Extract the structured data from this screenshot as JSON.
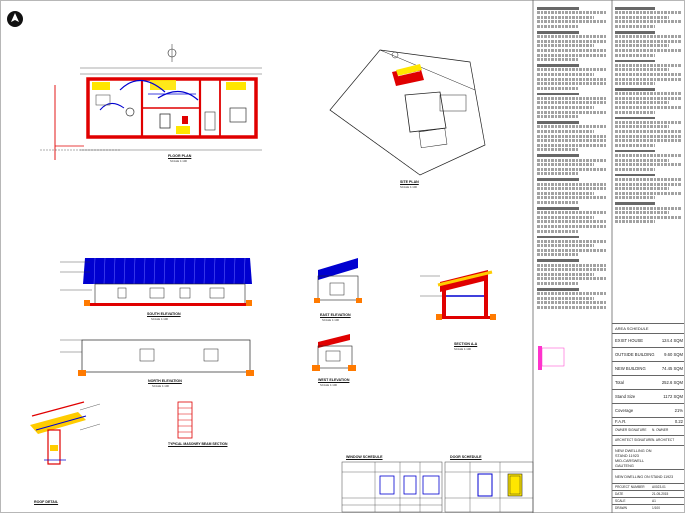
{
  "plans": {
    "floor_plan_title": "FLOOR PLAN",
    "site_plan_title": "SITE PLAN",
    "scale_note": "SCALE 1:100"
  },
  "elevations": {
    "south": "SOUTH ELEVATION",
    "north": "NORTH ELEVATION",
    "east": "EAST ELEVATION",
    "west": "WEST ELEVATION",
    "section": "SECTION A-A",
    "roof_detail": "ROOF DETAIL",
    "masonry": "TYPICAL MASONRY BEAM SECTION"
  },
  "schedules": {
    "window": "WINDOW SCHEDULE",
    "door": "DOOR SCHEDULE"
  },
  "area_schedule": {
    "title": "AREA SCHEDULE",
    "rows": [
      {
        "label": "EXIST HOUSE",
        "value": "124.4 SQM"
      },
      {
        "label": "OUTSIDE BUILDING",
        "value": "9.60 SQM"
      },
      {
        "label": "NEW BUILDING",
        "value": "74.45 SQM"
      },
      {
        "label": "Total",
        "value": "252.6 SQM"
      },
      {
        "label": "Stand Size",
        "value": "1172 SQM"
      },
      {
        "label": "Coverage",
        "value": "21%"
      },
      {
        "label": "F.A.R.",
        "value": "0.22"
      }
    ]
  },
  "title_block": {
    "owner_label": "OWNER SIGNATURE",
    "owner_value": "N. OWNER",
    "architect_label": "ARCHITECT SIGNATURE",
    "architect_value": "N. ARCHITECT",
    "project_lines": [
      "NEW DWELLING ON",
      "STAND 11923",
      "MID-CARSWELL",
      "GAUTENG"
    ],
    "drawing_title": "NEW DWELLING ON STAND 11923",
    "rows": [
      {
        "label": "PROJECT NUMBER",
        "value": "A0023-01"
      },
      {
        "label": "DATE",
        "value": "21-05-2015"
      },
      {
        "label": "SCALE",
        "value": "A1"
      },
      {
        "label": "DRAWN",
        "value": "1/100"
      }
    ]
  }
}
